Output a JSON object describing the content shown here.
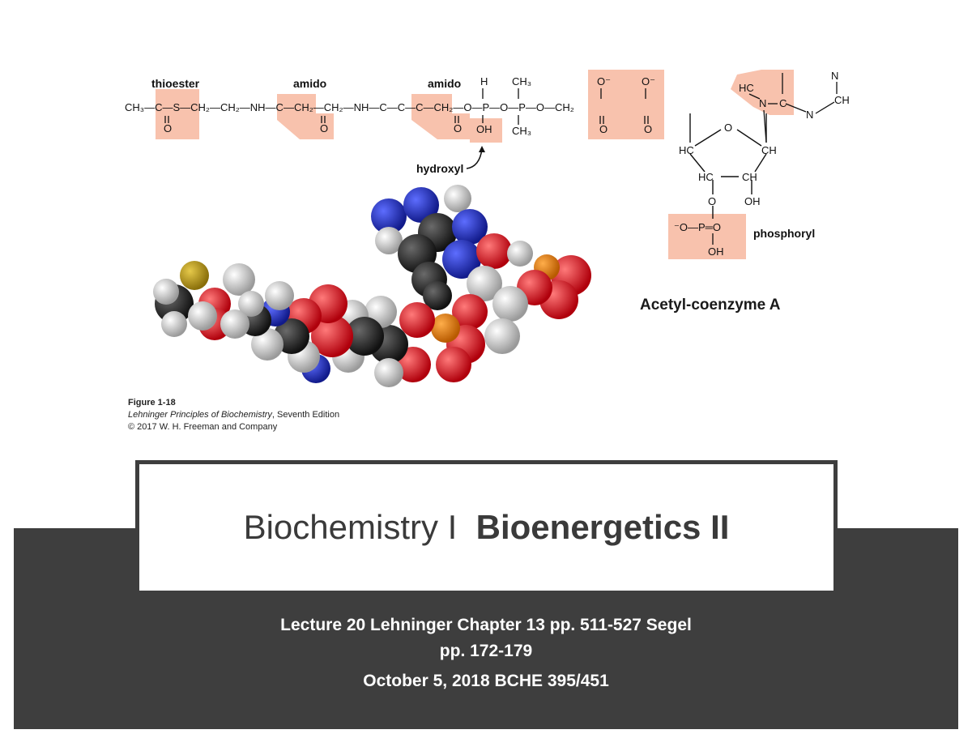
{
  "figure": {
    "labels": {
      "thioester": "thioester",
      "amido_1": "amido",
      "amido_2": "amido",
      "hydroxyl": "hydroxyl",
      "phosphoryl": "phosphoryl"
    },
    "title": "Acetyl-coenzyme A",
    "caption": {
      "figure_number": "Figure 1-18",
      "book": "Lehninger Principles of Biochemistry",
      "edition": ", Seventh Edition",
      "copyright": "© 2017 W. H. Freeman and Company"
    },
    "highlight_color": "#f8c2ad"
  },
  "slide": {
    "title_regular": "Biochemistry I  ",
    "title_bold": "Bioenergetics II",
    "subtitle_line1": "Lecture 20 Lehninger Chapter 13 pp. 511-527 Segel",
    "subtitle_line2": "pp. 172-179",
    "subtitle_line3": "October 5, 2018 BCHE 395/451",
    "band_color": "#3e3e3e"
  }
}
